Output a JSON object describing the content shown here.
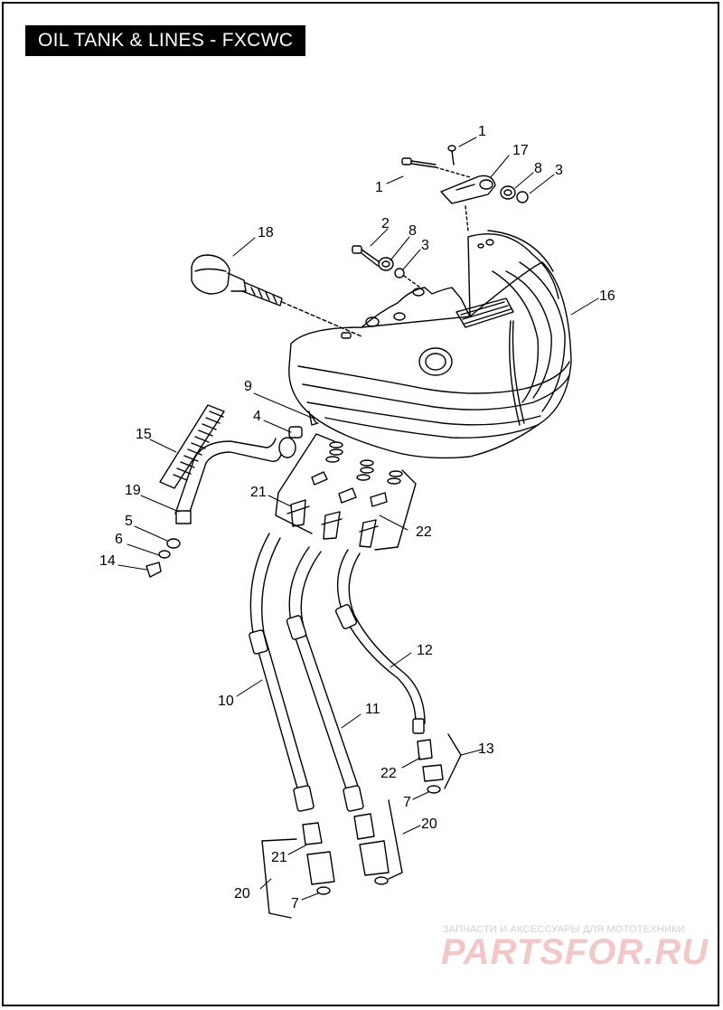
{
  "title": "OIL TANK & LINES - FXCWC",
  "callouts": {
    "c1a": "1",
    "c1b": "1",
    "c17": "17",
    "c8a": "8",
    "c3a": "3",
    "c2": "2",
    "c8b": "8",
    "c3b": "3",
    "c18": "18",
    "c16": "16",
    "c9": "9",
    "c4": "4",
    "c15": "15",
    "c21a": "21",
    "c19": "19",
    "c22a": "22",
    "c5": "5",
    "c6": "6",
    "c14": "14",
    "c12": "12",
    "c10": "10",
    "c11": "11",
    "c13": "13",
    "c22b": "22",
    "c7a": "7",
    "c20a": "20",
    "c21b": "21",
    "c20b": "20",
    "c7b": "7"
  },
  "watermark": {
    "tagline": "ЗАПЧАСТИ И АКСЕССУАРЫ ДЛЯ МОТОТЕХНИКИ",
    "brand": "PARTSFOR.RU"
  },
  "colors": {
    "line": "#000000",
    "background": "#ffffff",
    "title_bg": "#000000",
    "watermark": "#f2c7c7"
  }
}
